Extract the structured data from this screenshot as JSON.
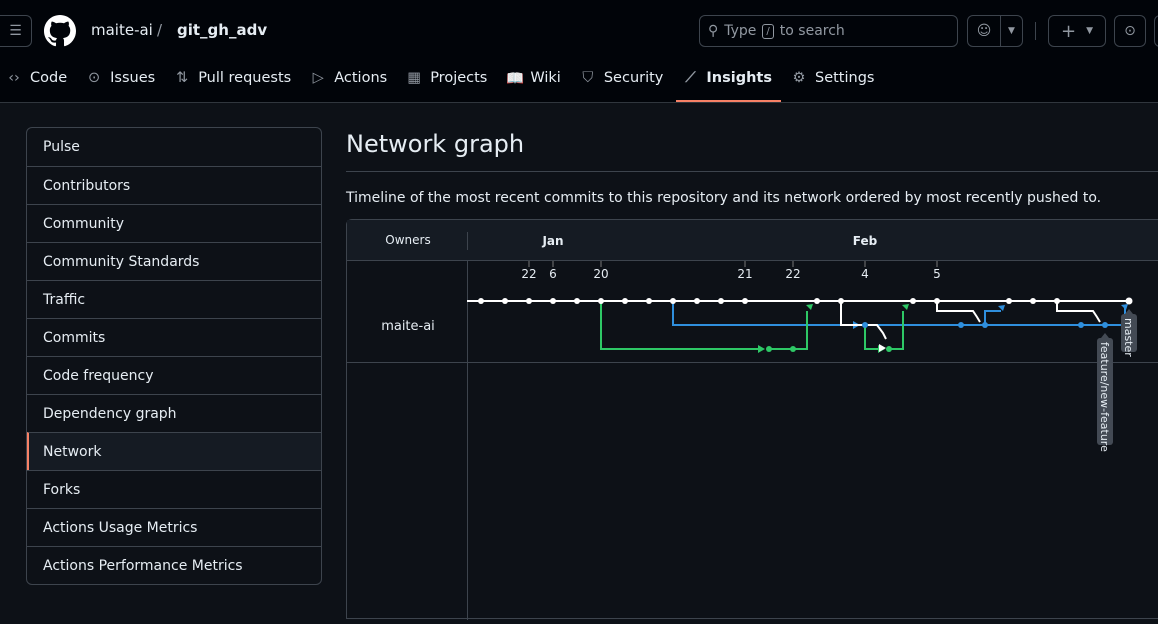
{
  "header": {
    "owner": "maite-ai",
    "separator": "/",
    "repo": "git_gh_adv",
    "search_placeholder_pre": "Type",
    "search_key": "/",
    "search_placeholder_post": "to search"
  },
  "tabs": [
    {
      "label": "Code",
      "icon": "code-icon"
    },
    {
      "label": "Issues",
      "icon": "issue-icon"
    },
    {
      "label": "Pull requests",
      "icon": "pull-request-icon"
    },
    {
      "label": "Actions",
      "icon": "play-icon"
    },
    {
      "label": "Projects",
      "icon": "table-icon"
    },
    {
      "label": "Wiki",
      "icon": "book-icon"
    },
    {
      "label": "Security",
      "icon": "shield-icon"
    },
    {
      "label": "Insights",
      "icon": "graph-icon",
      "selected": true
    },
    {
      "label": "Settings",
      "icon": "gear-icon"
    }
  ],
  "sidebar": {
    "items": [
      "Pulse",
      "Contributors",
      "Community",
      "Community Standards",
      "Traffic",
      "Commits",
      "Code frequency",
      "Dependency graph",
      "Network",
      "Forks",
      "Actions Usage Metrics",
      "Actions Performance Metrics"
    ],
    "selected": "Network"
  },
  "main": {
    "title": "Network graph",
    "description": "Timeline of the most recent commits to this repository and its network ordered by most recently pushed to."
  },
  "network": {
    "owners_label": "Owners",
    "owner": "maite-ai",
    "months": [
      {
        "label": "Jan",
        "col": 3
      },
      {
        "label": "Feb",
        "col": 16
      }
    ],
    "days": [
      {
        "label": "22",
        "col": 2
      },
      {
        "label": "6",
        "col": 3
      },
      {
        "label": "20",
        "col": 5
      },
      {
        "label": "21",
        "col": 11
      },
      {
        "label": "22",
        "col": 13
      },
      {
        "label": "4",
        "col": 16
      },
      {
        "label": "5",
        "col": 19
      }
    ],
    "colors": {
      "master": "#ffffff",
      "feature": "#2f8fdd",
      "green": "#2ec866"
    },
    "commits": {
      "master": [
        0,
        1,
        2,
        3,
        4,
        5,
        6,
        7,
        8,
        9,
        10,
        11,
        14,
        15,
        18,
        19,
        22,
        23,
        24,
        27
      ],
      "feature": [
        16,
        20,
        21,
        25,
        26
      ],
      "green": [
        12,
        13,
        17
      ]
    },
    "branch_labels": [
      {
        "label": "master",
        "col": 27
      },
      {
        "label": "feature/new-feature",
        "col": 26
      }
    ]
  }
}
